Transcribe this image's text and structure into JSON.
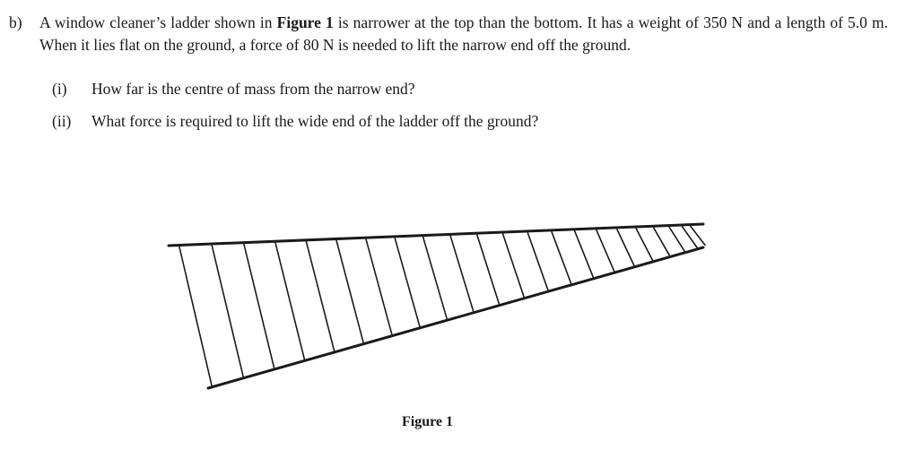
{
  "question": {
    "label": "b)",
    "intro_before": "A window cleaner’s ladder shown in ",
    "figure_ref": "Figure 1",
    "intro_after": " is narrower at the top than the bottom. It has a weight of 350 N and a length of 5.0 m. When it lies flat on the ground, a force of 80 N is needed to lift the narrow end off the ground.",
    "parts": [
      {
        "label": "(i)",
        "text": "How far is the centre of mass from the narrow end?"
      },
      {
        "label": "(ii)",
        "text": "What force is required to lift the wide end of the ladder off the ground?"
      }
    ]
  },
  "figure": {
    "caption": "Figure 1",
    "rung_count": 22
  }
}
